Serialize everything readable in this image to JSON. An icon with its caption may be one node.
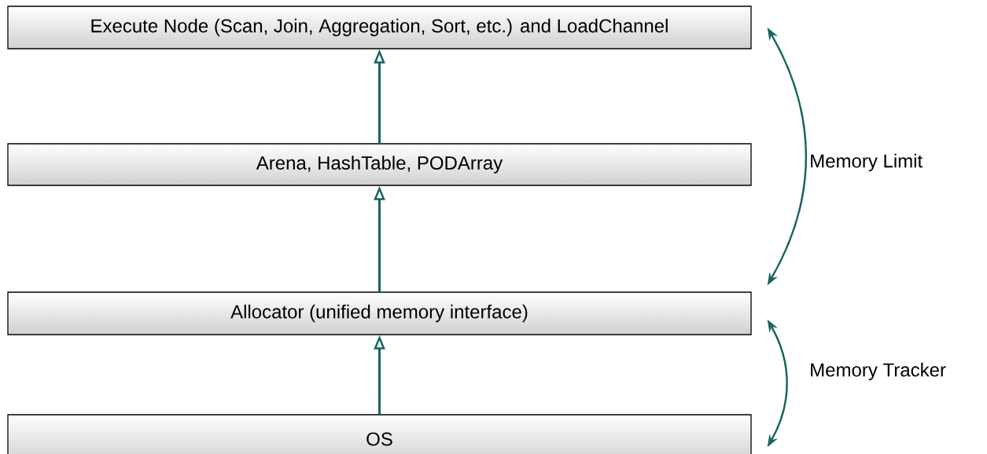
{
  "diagram": {
    "nodes": [
      {
        "text": [
          "Execute Node (Scan, Join, Aggregation, Sort, etc.) and LoadChannel"
        ]
      },
      {
        "text": [
          "Arena, HashTable, PODArray"
        ]
      },
      {
        "text": [
          "Allocator (unified memory interface)"
        ]
      },
      {
        "text": [
          "OS"
        ]
      }
    ],
    "edges": [
      {
        "from": 1,
        "to": 0,
        "arrow": "to"
      },
      {
        "from": 2,
        "to": 1,
        "arrow": "to"
      },
      {
        "from": 3,
        "to": 2,
        "arrow": "to"
      },
      {
        "from": 2,
        "to": 0,
        "arrow": "both",
        "label": "Memory Limit"
      },
      {
        "from": 3,
        "to": 2,
        "arrow": "both",
        "label": "Memory Tracker"
      }
    ]
  }
}
